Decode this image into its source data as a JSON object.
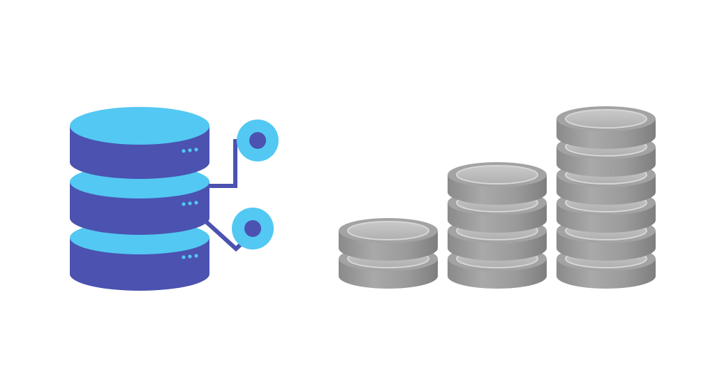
{
  "illustration": {
    "left_icon": "database-network-icon",
    "right_icon": "coin-stacks-icon"
  },
  "colors": {
    "database_body": "#4b52b0",
    "database_top": "#53c8f2",
    "connector_line": "#4b52b0",
    "node_outer": "#53c8f2",
    "node_inner": "#4b52b0",
    "coin_fill": "#9d9d9d",
    "coin_face": "#bcbcbc",
    "background": "#ffffff"
  },
  "coin_stacks": [
    {
      "coins": 2
    },
    {
      "coins": 4
    },
    {
      "coins": 6
    }
  ]
}
